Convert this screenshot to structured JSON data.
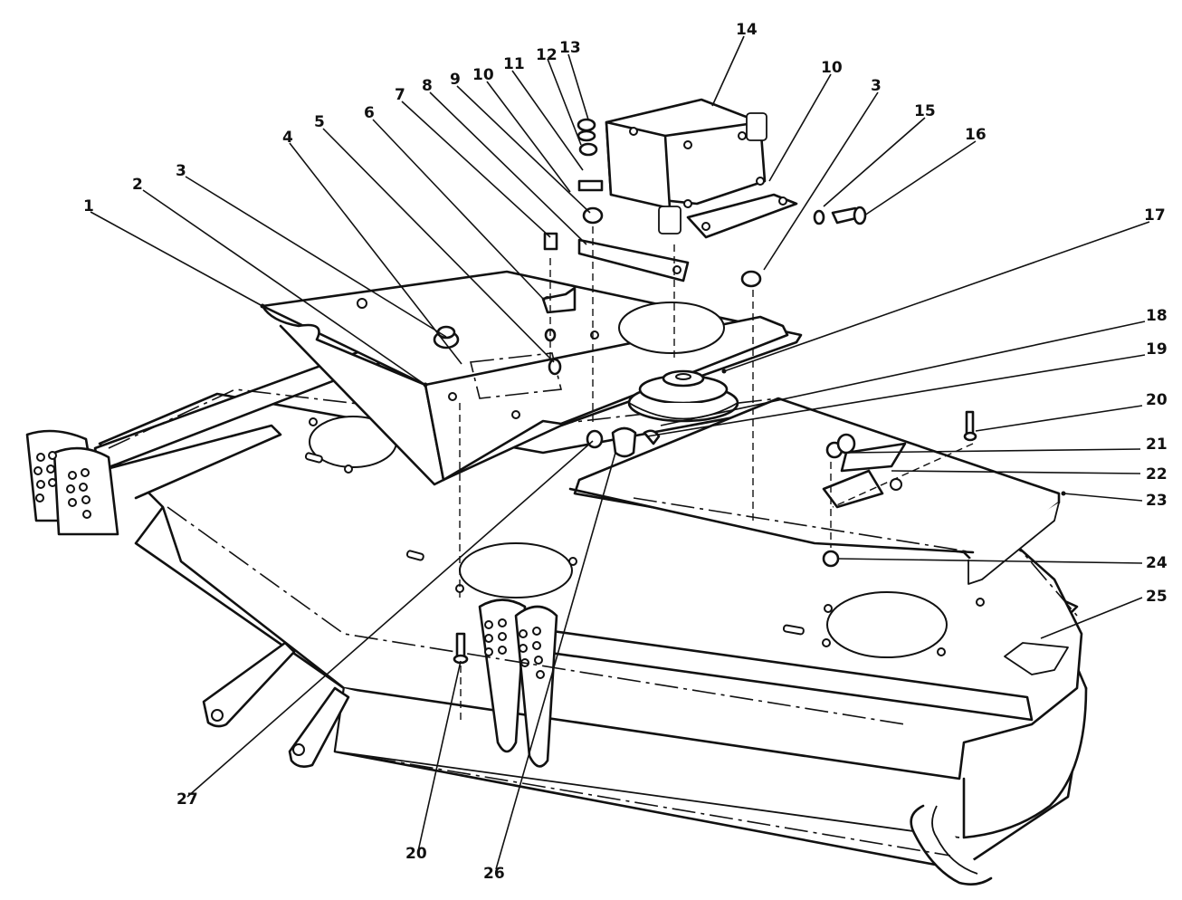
{
  "diagram": {
    "callouts": [
      {
        "id": "c1",
        "label": "1"
      },
      {
        "id": "c2",
        "label": "2"
      },
      {
        "id": "c3a",
        "label": "3"
      },
      {
        "id": "c4",
        "label": "4"
      },
      {
        "id": "c5",
        "label": "5"
      },
      {
        "id": "c6",
        "label": "6"
      },
      {
        "id": "c7",
        "label": "7"
      },
      {
        "id": "c8",
        "label": "8"
      },
      {
        "id": "c9",
        "label": "9"
      },
      {
        "id": "c10a",
        "label": "10"
      },
      {
        "id": "c11",
        "label": "11"
      },
      {
        "id": "c12",
        "label": "12"
      },
      {
        "id": "c13",
        "label": "13"
      },
      {
        "id": "c14",
        "label": "14"
      },
      {
        "id": "c10b",
        "label": "10"
      },
      {
        "id": "c3b",
        "label": "3"
      },
      {
        "id": "c15",
        "label": "15"
      },
      {
        "id": "c16",
        "label": "16"
      },
      {
        "id": "c17",
        "label": "17"
      },
      {
        "id": "c18",
        "label": "18"
      },
      {
        "id": "c19",
        "label": "19"
      },
      {
        "id": "c20a",
        "label": "20"
      },
      {
        "id": "c21",
        "label": "21"
      },
      {
        "id": "c22",
        "label": "22"
      },
      {
        "id": "c23",
        "label": "23"
      },
      {
        "id": "c24",
        "label": "24"
      },
      {
        "id": "c25",
        "label": "25"
      },
      {
        "id": "c27",
        "label": "27"
      },
      {
        "id": "c20b",
        "label": "20"
      },
      {
        "id": "c26",
        "label": "26"
      }
    ]
  }
}
